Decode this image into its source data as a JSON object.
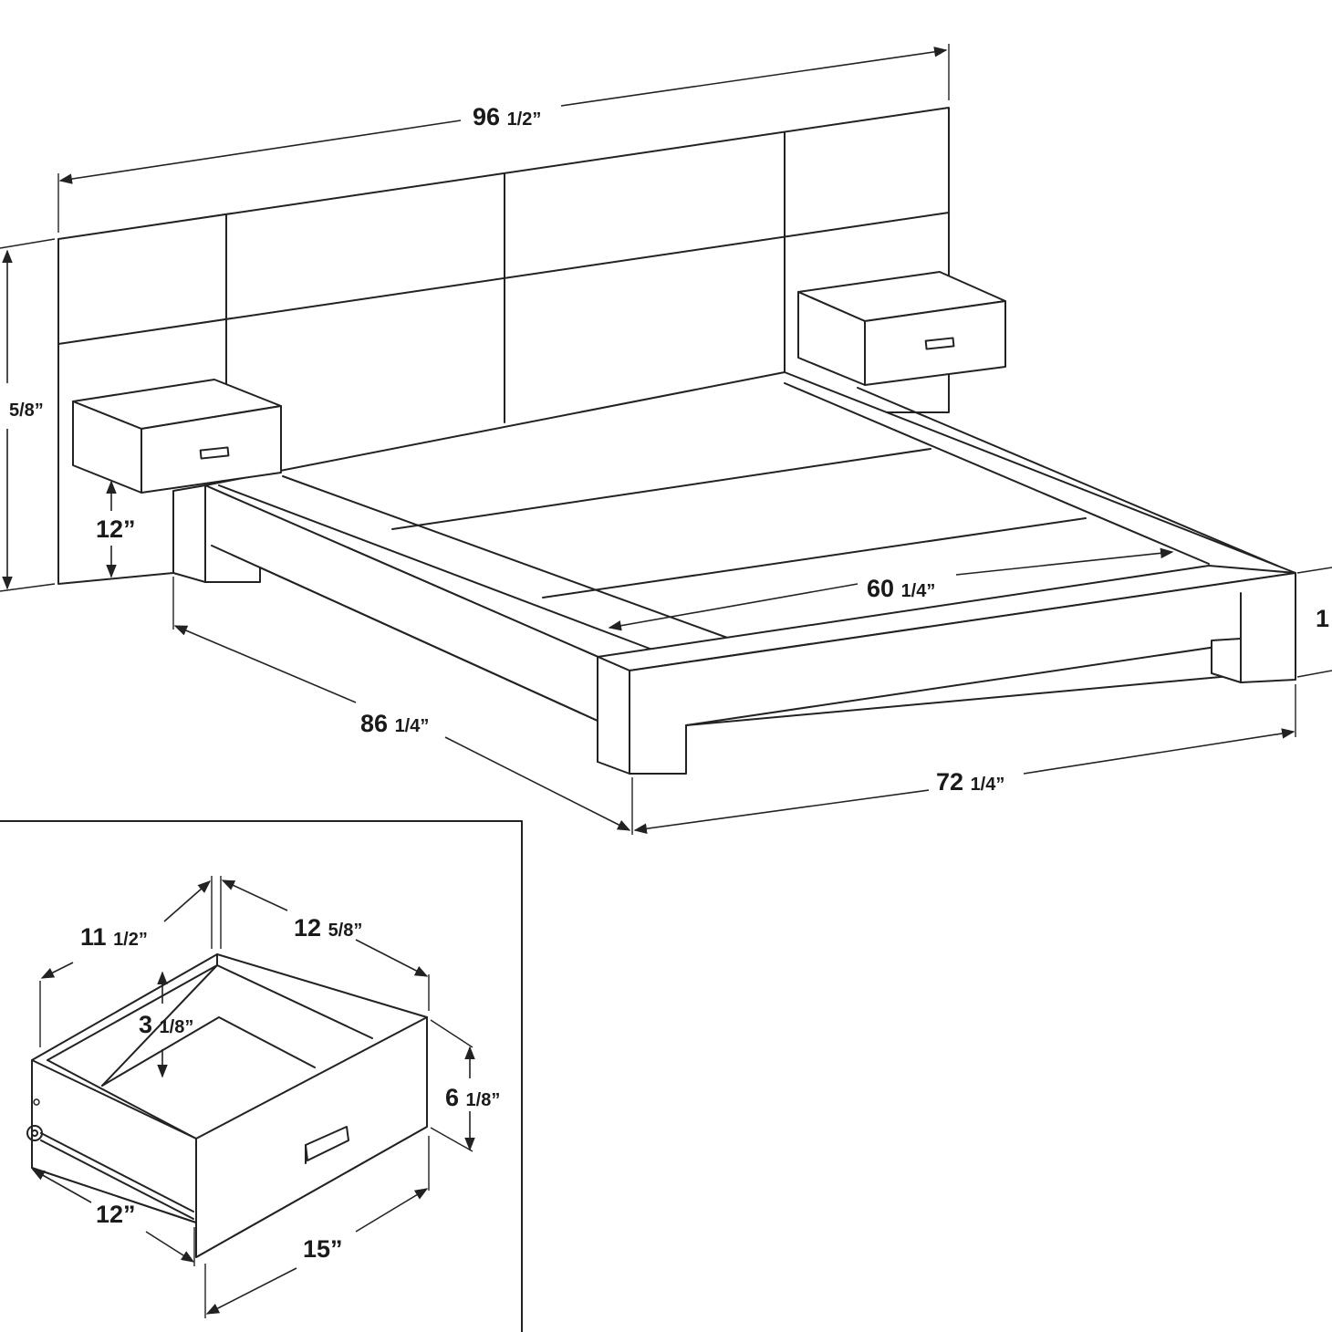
{
  "dimensions": {
    "bed_total_width": {
      "whole": "96",
      "frac": "1/2”"
    },
    "headboard_height": {
      "whole": "",
      "frac": "5/8”"
    },
    "nightstand_clearance": {
      "whole": "12”",
      "frac": ""
    },
    "slat_inner_width": {
      "whole": "60",
      "frac": "1/4”"
    },
    "bed_length": {
      "whole": "86",
      "frac": "1/4”"
    },
    "bed_width": {
      "whole": "72",
      "frac": "1/4”"
    },
    "frame_height": {
      "whole": "1",
      "frac": ""
    },
    "drawer_depth": {
      "whole": "11",
      "frac": "1/2”"
    },
    "drawer_width": {
      "whole": "12",
      "frac": "5/8”"
    },
    "drawer_inner_height": {
      "whole": "3",
      "frac": "1/8”"
    },
    "drawer_front_height": {
      "whole": "6",
      "frac": "1/8”"
    },
    "drawer_side_length": {
      "whole": "12”",
      "frac": ""
    },
    "drawer_front_width": {
      "whole": "15”",
      "frac": ""
    }
  },
  "colors": {
    "line": "#222222",
    "background": "#ffffff"
  }
}
